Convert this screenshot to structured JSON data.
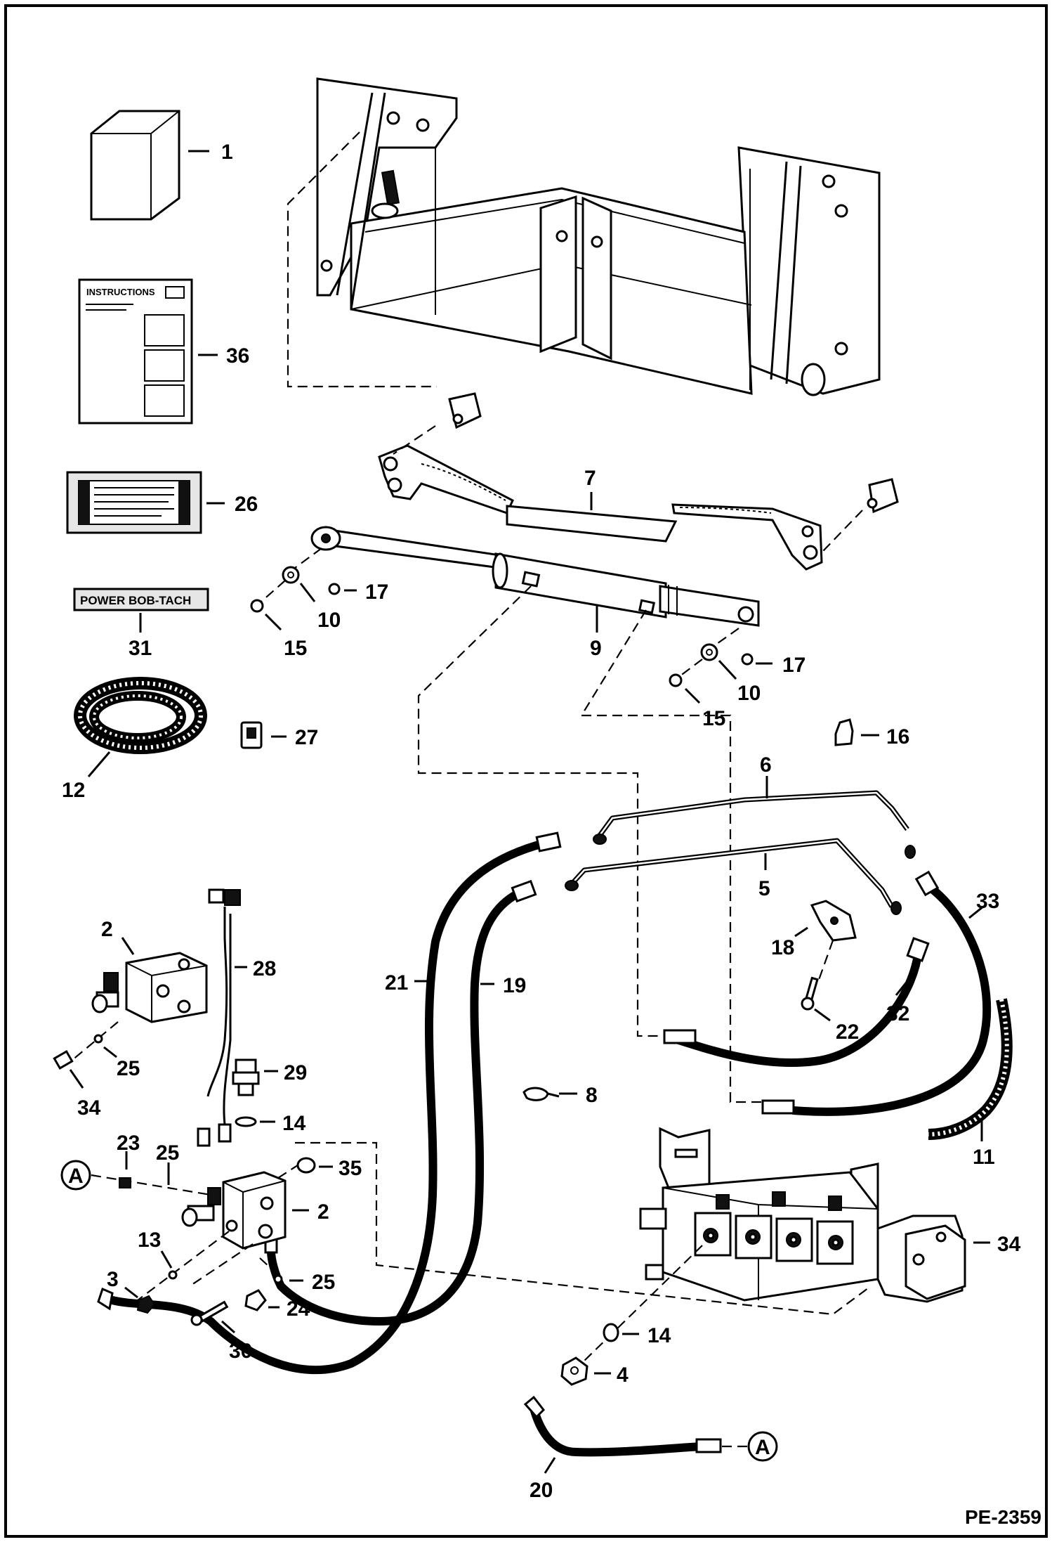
{
  "diagram": {
    "drawing_code": "PE-2359",
    "instruction_sheet_title": "INSTRUCTIONS",
    "decal_text": "POWER BOB-TACH",
    "callouts": {
      "c1": "1",
      "c36": "36",
      "c26": "26",
      "c31": "31",
      "c12": "12",
      "c27": "27",
      "c7": "7",
      "c9": "9",
      "c17a": "17",
      "c10a": "10",
      "c15a": "15",
      "c17b": "17",
      "c10b": "10",
      "c15b": "15",
      "c16": "16",
      "c6": "6",
      "c5": "5",
      "c33": "33",
      "c18": "18",
      "c22": "22",
      "c32": "32",
      "c11": "11",
      "c21": "21",
      "c19": "19",
      "c8": "8",
      "c2a": "2",
      "c28": "28",
      "c25a": "25",
      "c34a": "34",
      "c29": "29",
      "c14a": "14",
      "c23": "23",
      "c25b": "25",
      "c35": "35",
      "c2b": "2",
      "c13": "13",
      "c3": "3",
      "c25c": "25",
      "c24": "24",
      "c30": "30",
      "c34b": "34",
      "c14b": "14",
      "c4": "4",
      "c20": "20"
    },
    "connection_marker_a": "A",
    "connection_marker_b": "A"
  }
}
